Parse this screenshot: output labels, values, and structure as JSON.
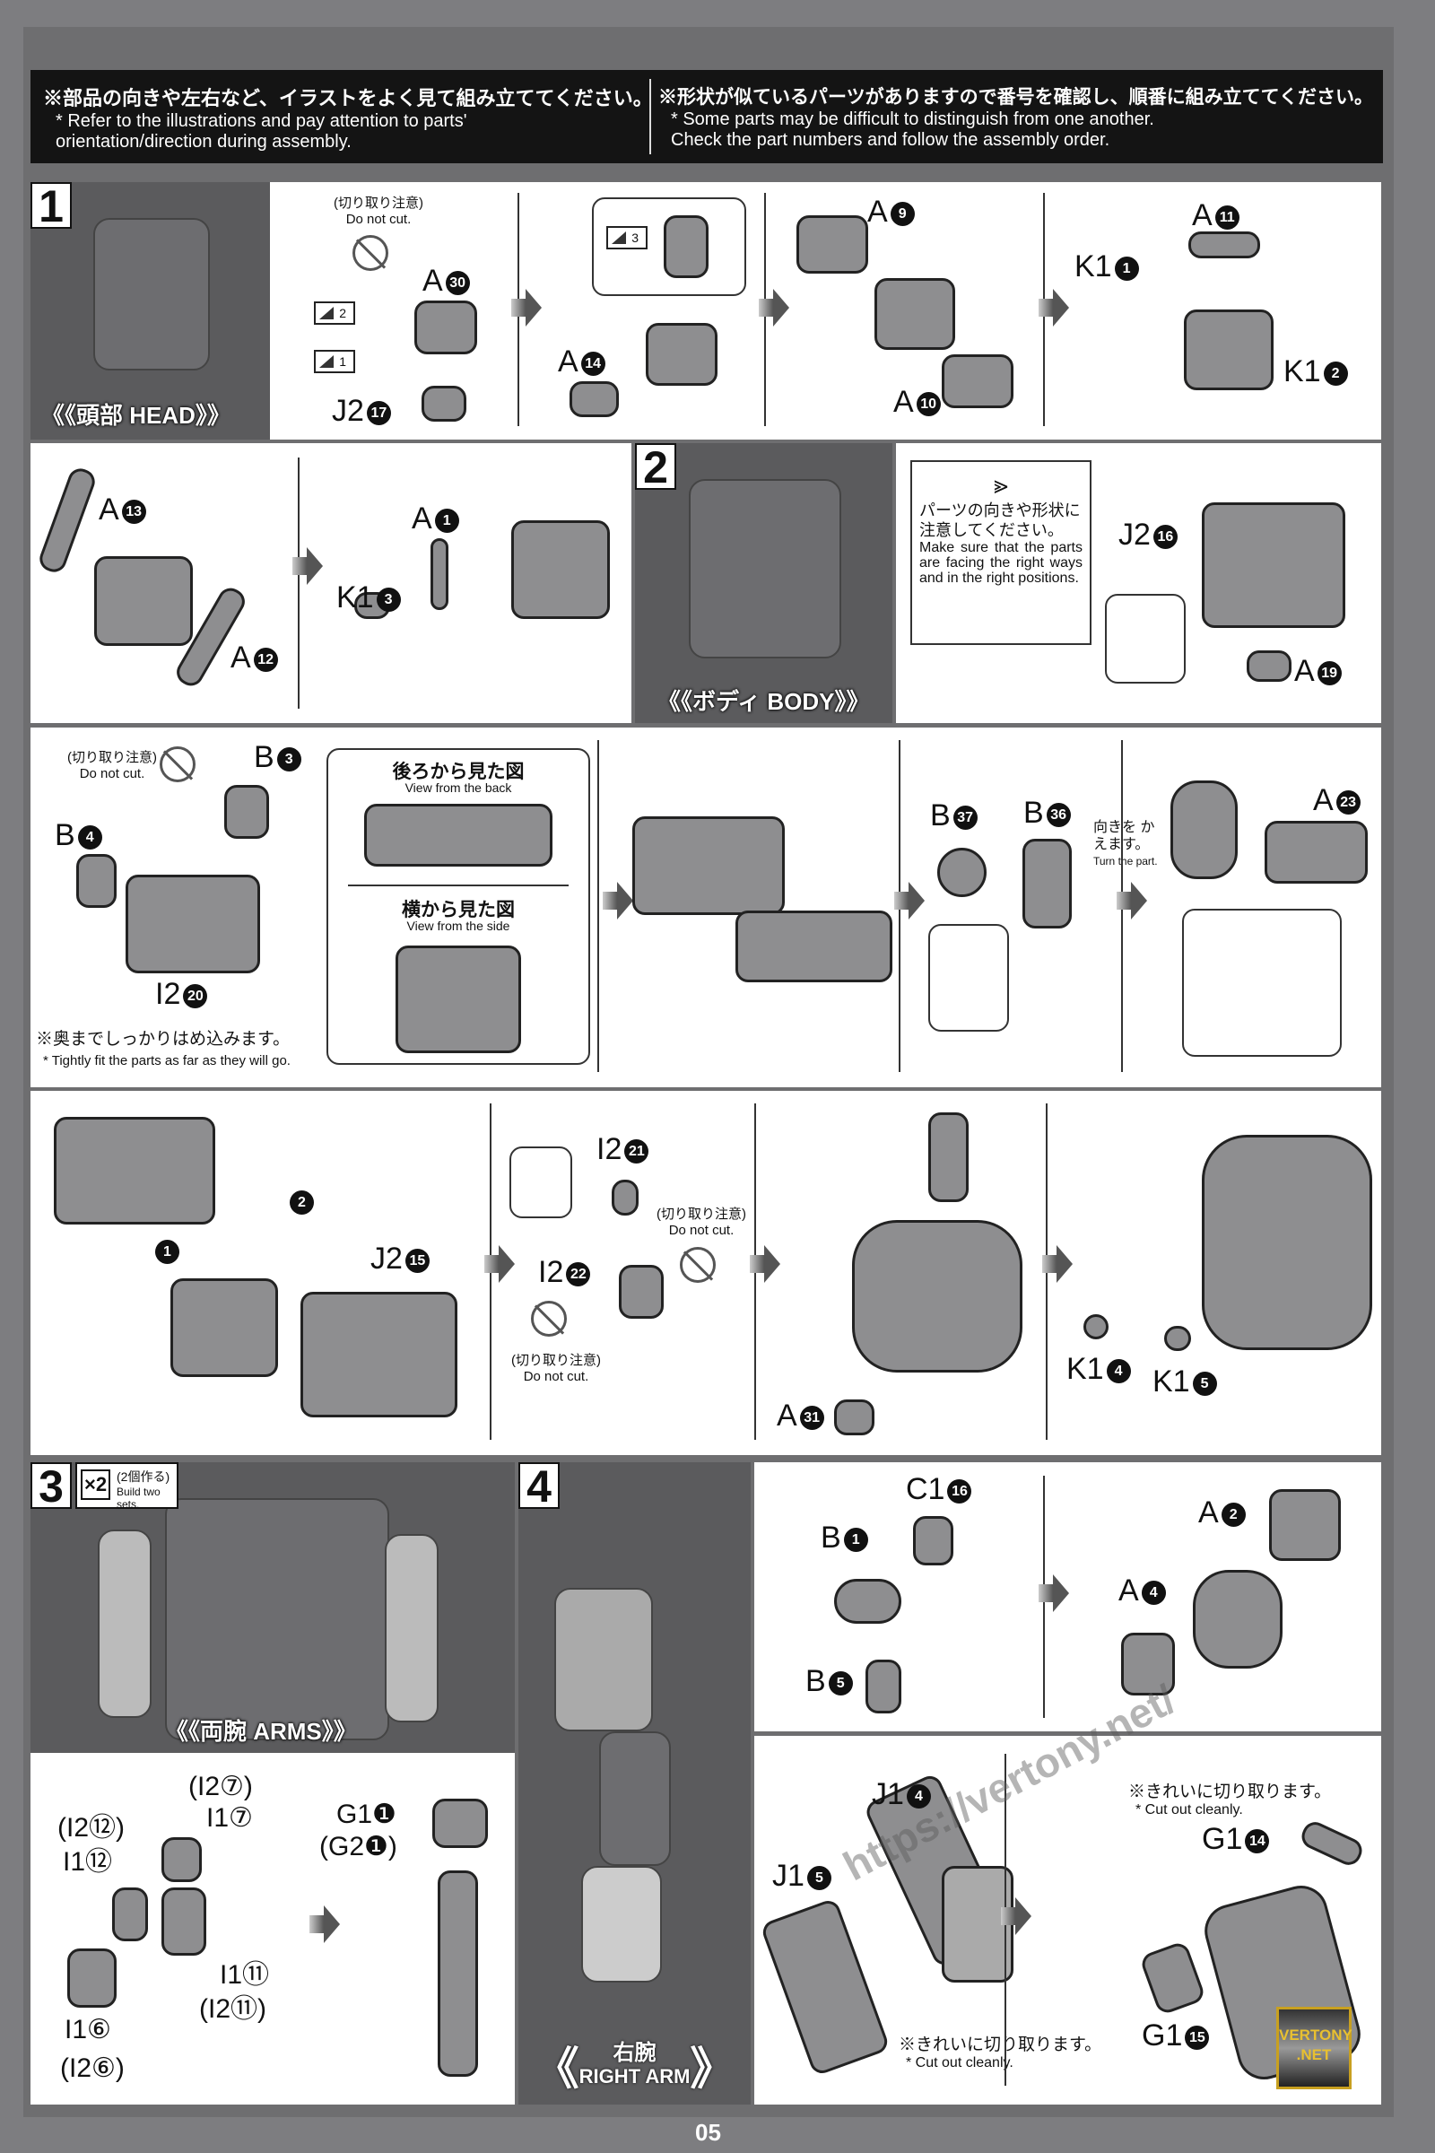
{
  "header": {
    "left_jp": "※部品の向きや左右など、イラストをよく見て組み立ててください。",
    "left_en1": "* Refer to the illustrations and pay attention to parts'",
    "left_en2": "orientation/direction during assembly.",
    "right_jp": "※形状が似ているパーツがありますので番号を確認し、順番に組み立ててください。",
    "right_en1": "* Some parts may be difficult to distinguish from one another.",
    "right_en2": "Check the part numbers and follow the assembly order."
  },
  "step1": {
    "num": "1",
    "title": "《《頭部 HEAD》》",
    "caution_jp": "(切り取り注意)",
    "caution_en": "Do not cut.",
    "tags": [
      "2",
      "1",
      "3"
    ],
    "parts": [
      {
        "id": "A",
        "n": "30"
      },
      {
        "id": "J2",
        "n": "17"
      },
      {
        "id": "A",
        "n": "14"
      },
      {
        "id": "A",
        "n": "9"
      },
      {
        "id": "A",
        "n": "10"
      },
      {
        "id": "A",
        "n": "11"
      },
      {
        "id": "K1",
        "n": "1"
      },
      {
        "id": "K1",
        "n": "2"
      },
      {
        "id": "A",
        "n": "13"
      },
      {
        "id": "A",
        "n": "12"
      },
      {
        "id": "A",
        "n": "1"
      },
      {
        "id": "K1",
        "n": "3"
      }
    ]
  },
  "step2": {
    "num": "2",
    "title": "《《ボディ BODY》》",
    "note_jp": "パーツの向きや形状に注意してください。",
    "note_en": "Make sure that the parts are facing the right ways and in the right positions.",
    "parts": [
      {
        "id": "J2",
        "n": "16"
      },
      {
        "id": "A",
        "n": "19"
      },
      {
        "id": "B",
        "n": "3"
      },
      {
        "id": "B",
        "n": "4"
      },
      {
        "id": "I2",
        "n": "20"
      },
      {
        "id": "B",
        "n": "37"
      },
      {
        "id": "B",
        "n": "36"
      },
      {
        "id": "A",
        "n": "23"
      },
      {
        "id": "J2",
        "n": "15"
      },
      {
        "id": "I2",
        "n": "21"
      },
      {
        "id": "I2",
        "n": "22"
      },
      {
        "id": "A",
        "n": "31"
      },
      {
        "id": "K1",
        "n": "4"
      },
      {
        "id": "K1",
        "n": "5"
      }
    ],
    "caution_jp": "(切り取り注意)",
    "caution_en": "Do not cut.",
    "fit_jp": "※奥までしっかりはめ込みます。",
    "fit_en": "* Tightly fit the parts as far as they will go.",
    "view_back_jp": "後ろから見た図",
    "view_back_en": "View from the back",
    "view_side_jp": "横から見た図",
    "view_side_en": "View from the side",
    "turn_jp": "向きを かえます。",
    "turn_en": "Turn the part.",
    "order": [
      "1",
      "2"
    ]
  },
  "step3": {
    "num": "3",
    "mult": "×2",
    "mult_jp": "(2個作る)",
    "mult_en": "Build two sets.",
    "title": "《《両腕 ARMS》》",
    "labels": [
      "(I2⑦)",
      "I1⑦",
      "(I2⑫)",
      "I1⑫",
      "I1⑪",
      "(I2⑪)",
      "I1⑥",
      "(I2⑥)",
      "G1❶",
      "(G2❶)"
    ]
  },
  "step4": {
    "num": "4",
    "title_jp": "右腕",
    "title_en": "RIGHT ARM",
    "parts": [
      {
        "id": "C1",
        "n": "16"
      },
      {
        "id": "B",
        "n": "1"
      },
      {
        "id": "B",
        "n": "5"
      },
      {
        "id": "A",
        "n": "2"
      },
      {
        "id": "A",
        "n": "4"
      },
      {
        "id": "J1",
        "n": "4"
      },
      {
        "id": "J1",
        "n": "5"
      },
      {
        "id": "G1",
        "n": "14"
      },
      {
        "id": "G1",
        "n": "15"
      }
    ],
    "cut_jp": "※きれいに切り取ります。",
    "cut_en": "* Cut out cleanly."
  },
  "watermark": {
    "url": "https://vertony.net/",
    "logo1": "VERTONY",
    ".logo2": ".NET",
    "logo2": ".NET"
  },
  "page_number": "05"
}
